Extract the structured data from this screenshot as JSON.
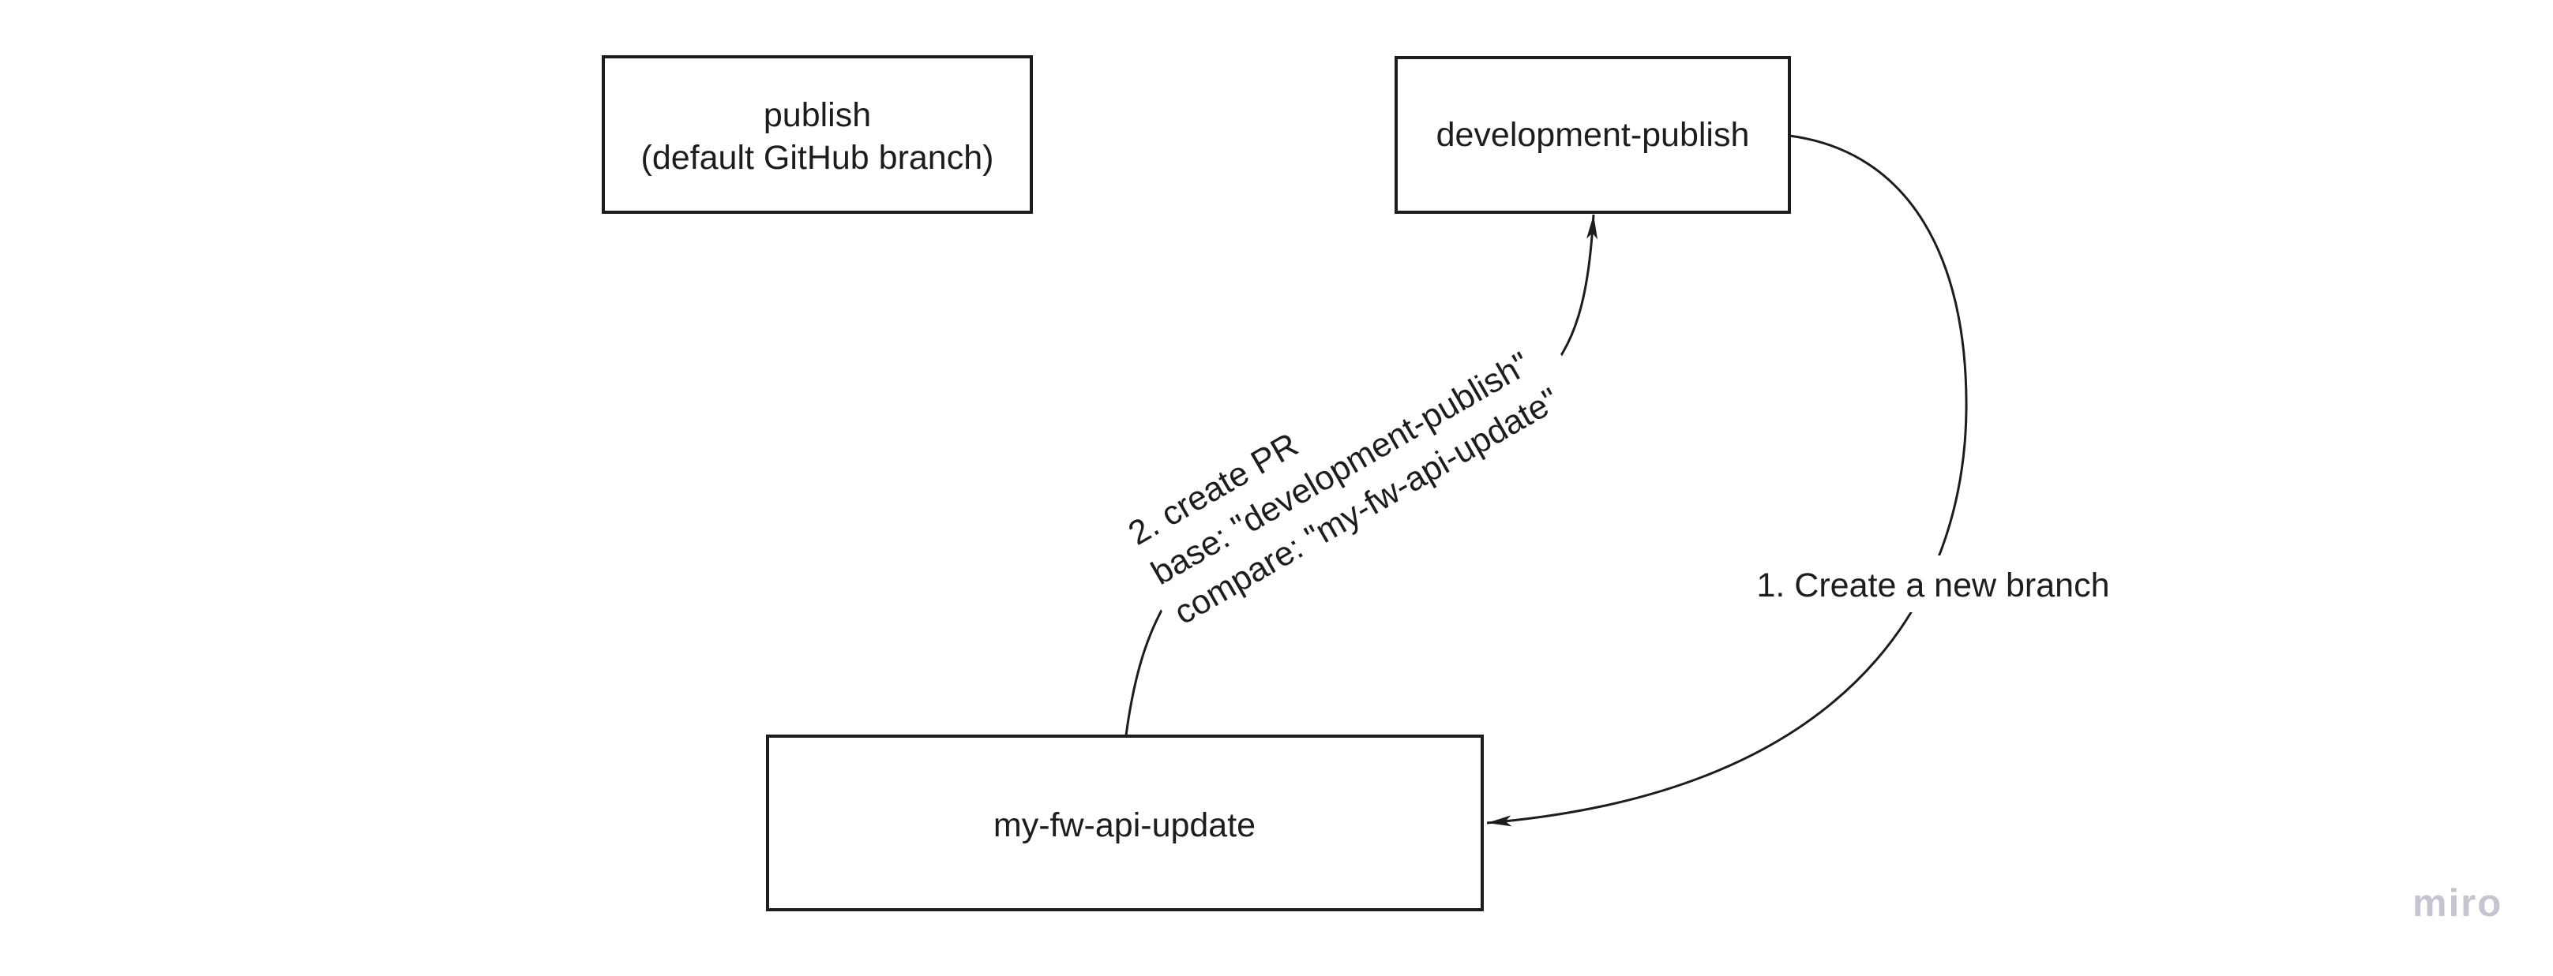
{
  "diagram": {
    "colors": {
      "stroke": "#1d1d1d",
      "text": "#1d1d1d",
      "node_fill": "#ffffff",
      "label_background": "#ffffff"
    },
    "nodes": {
      "publish": {
        "line1": "publish",
        "line2": "(default GitHub branch)"
      },
      "development_publish": {
        "label": "development-publish"
      },
      "my_fw_api_update": {
        "label": "my-fw-api-update"
      }
    },
    "edges": {
      "create_branch": {
        "label": "1. Create a new branch"
      },
      "create_pr": {
        "line1": "2. create PR",
        "line2": "base: \"development-publish\"",
        "line3": "compare: \"my-fw-api-update\""
      }
    }
  },
  "watermark": {
    "text": "miro",
    "color": "#c5c4d0"
  }
}
